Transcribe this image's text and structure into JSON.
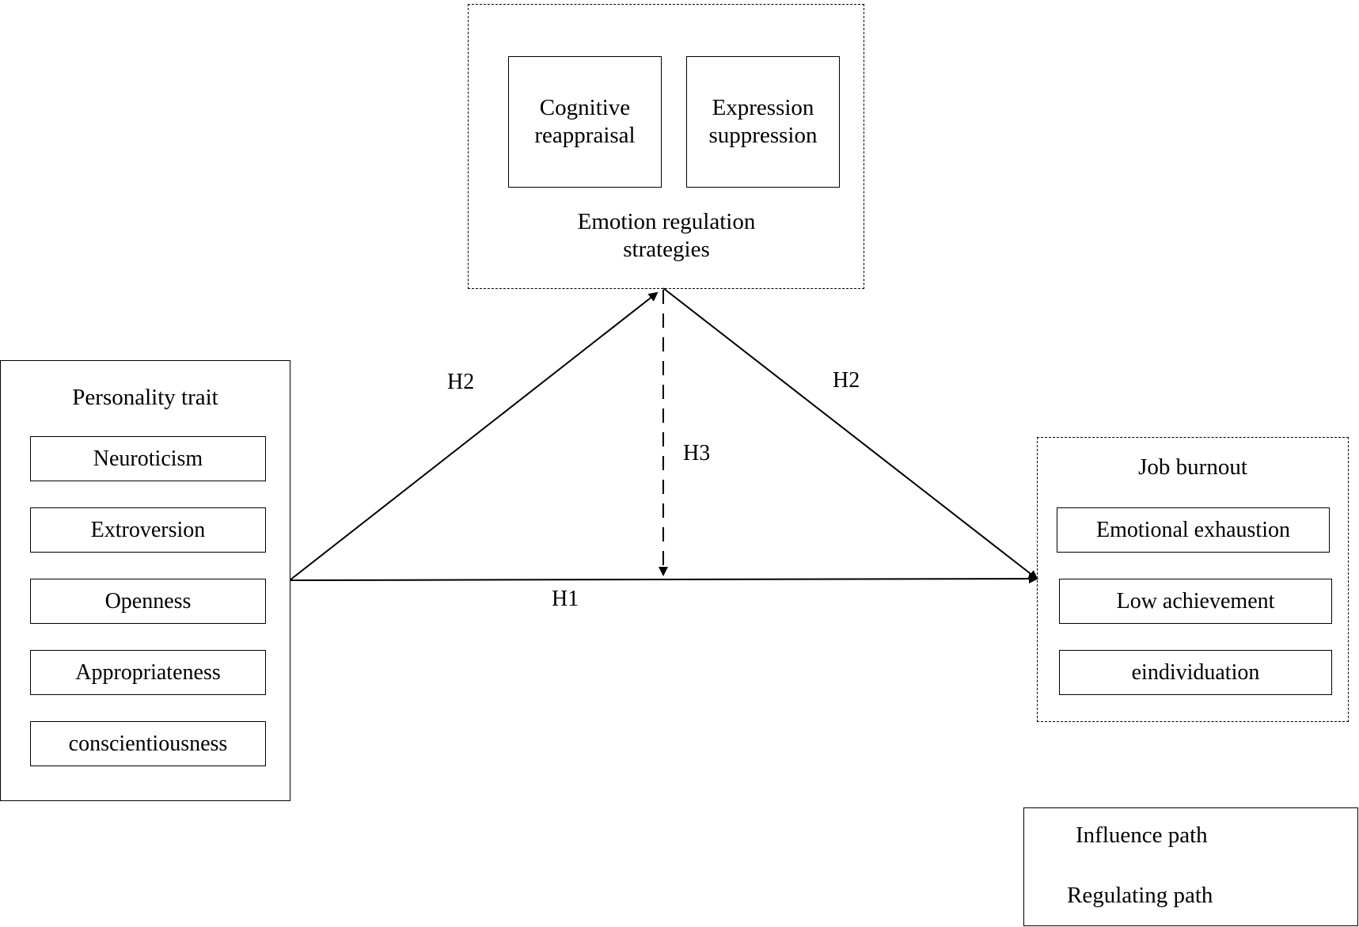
{
  "emotion_regulation": {
    "title": "Emotion regulation strategies",
    "items": [
      "Cognitive reappraisal",
      "Expression suppression"
    ]
  },
  "personality": {
    "title": "Personality trait",
    "items": [
      "Neuroticism",
      "Extroversion",
      "Openness",
      "Appropriateness",
      "conscientiousness"
    ]
  },
  "job_burnout": {
    "title": "Job burnout",
    "items": [
      "Emotional exhaustion",
      "Low achievement",
      "eindividuation"
    ]
  },
  "paths": {
    "h1": "H1",
    "h2_left": "H2",
    "h2_right": "H2",
    "h3": "H3"
  },
  "legend": {
    "influence": "Influence path",
    "regulating": "Regulating path"
  }
}
